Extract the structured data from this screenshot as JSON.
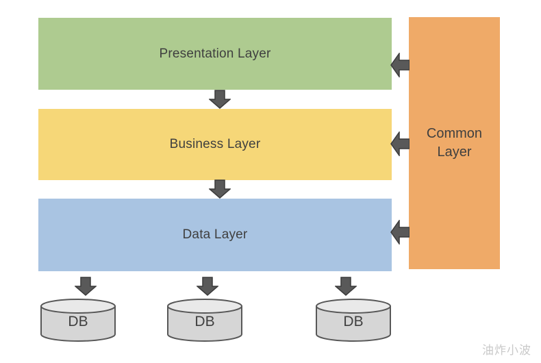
{
  "diagram": {
    "title_implicit": "Three-tier architecture diagram",
    "layers": [
      {
        "id": "presentation",
        "label": "Presentation Layer",
        "color": "#aecb90"
      },
      {
        "id": "business",
        "label": "Business Layer",
        "color": "#f6d778"
      },
      {
        "id": "data",
        "label": "Data Layer",
        "color": "#a9c4e2"
      }
    ],
    "common_layer": {
      "label": "Common Layer",
      "color": "#efaa68"
    },
    "databases": [
      {
        "label": "DB"
      },
      {
        "label": "DB"
      },
      {
        "label": "DB"
      }
    ],
    "arrows": {
      "color": "#595959",
      "outline": "#3b3b3b",
      "down_between_layers": 2,
      "down_to_databases": 3,
      "left_from_common_layer": 3
    },
    "cylinder": {
      "body_color": "#d6d6d6",
      "top_color": "#e9e9e9",
      "stroke": "#575757"
    },
    "text_color": "#3f3f3f",
    "watermark": "油炸小波"
  }
}
